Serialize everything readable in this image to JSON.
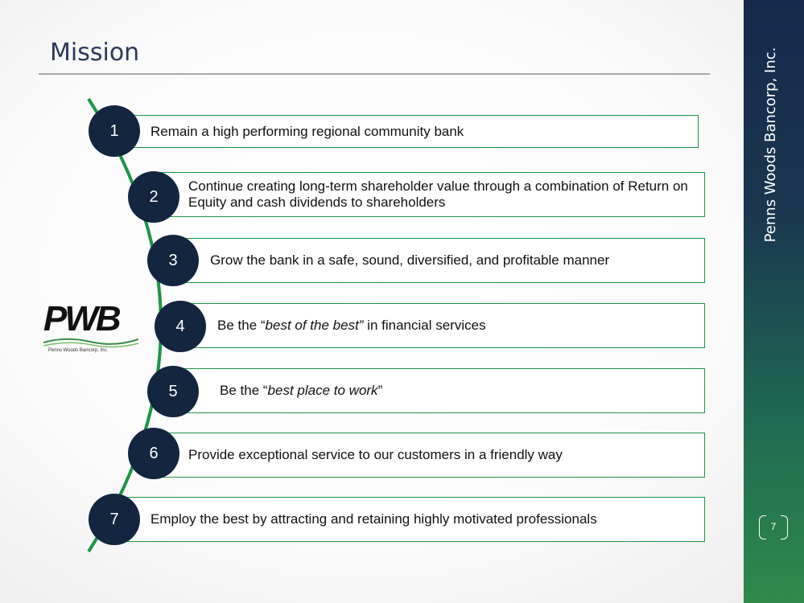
{
  "slide": {
    "title": "Mission",
    "company": "Penns Woods Bancorp, Inc.",
    "page_number": "7",
    "logo": {
      "mark": "PWB",
      "subtitle": "Penns Woods Bancorp, Inc."
    },
    "items": [
      {
        "number": "1",
        "text": "Remain a high performing regional community bank"
      },
      {
        "number": "2",
        "text": "Continue creating long-term shareholder value through a combination of Return on Equity and cash dividends to shareholders"
      },
      {
        "number": "3",
        "text": "Grow the bank in a safe, sound, diversified, and profitable manner"
      },
      {
        "number": "4",
        "text_before": "Be the “",
        "text_emph": "best of the best”",
        "text_after": " in financial services"
      },
      {
        "number": "5",
        "text_before": "Be the “",
        "text_emph": "best place to work",
        "text_after": "”"
      },
      {
        "number": "6",
        "text": "Provide exceptional service to our customers in a friendly way"
      },
      {
        "number": "7",
        "text": "Employ the best by attracting and retaining highly motivated professionals"
      }
    ]
  },
  "colors": {
    "accent_green": "#1f9448",
    "navy": "#13253f",
    "title": "#2b3a5a"
  }
}
